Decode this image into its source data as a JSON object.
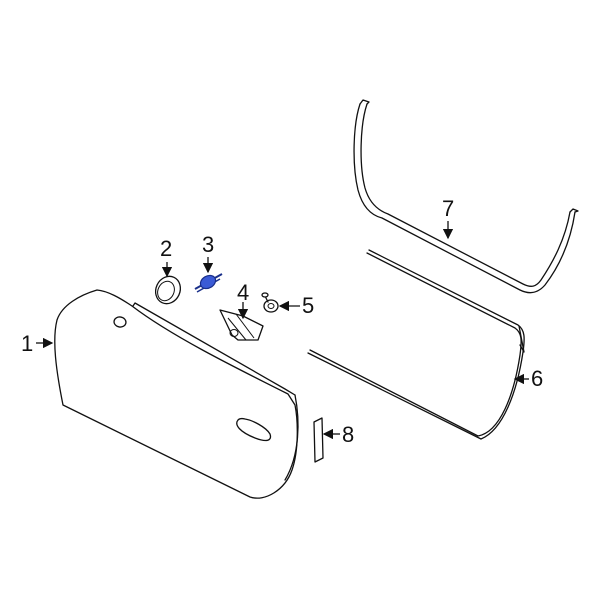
{
  "diagram": {
    "type": "exploded parts diagram",
    "highlight_color": "#3b5bd6",
    "line_color": "#111111",
    "background": "#ffffff",
    "highlighted_part": "3",
    "callouts": [
      {
        "number": "1",
        "part": "door-shell"
      },
      {
        "number": "2",
        "part": "grommet-plug"
      },
      {
        "number": "3",
        "part": "clip-fastener"
      },
      {
        "number": "4",
        "part": "mirror-bracket-trim"
      },
      {
        "number": "5",
        "part": "bolt-with-washer"
      },
      {
        "number": "6",
        "part": "door-weatherstrip-seal"
      },
      {
        "number": "7",
        "part": "body-side-weatherstrip"
      },
      {
        "number": "8",
        "part": "adhesive-tape-pad"
      }
    ]
  }
}
